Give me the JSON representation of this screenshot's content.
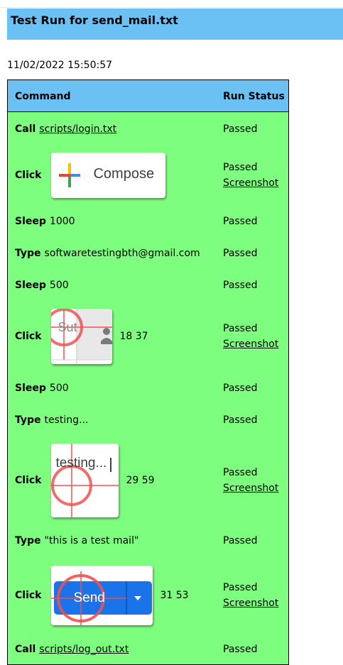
{
  "header": {
    "title": "Test Run for send_mail.txt"
  },
  "run": {
    "timestamp": "11/02/2022 15:50:57"
  },
  "table": {
    "col_command": "Command",
    "col_status": "Run Status"
  },
  "rows": [
    {
      "action": "Call",
      "link": "scripts/login.txt",
      "status": "Passed"
    },
    {
      "action": "Click",
      "thumb_text": "Compose",
      "thumb_icon": "google-plus-compose-icon",
      "status": "Passed",
      "status_link": "Screenshot"
    },
    {
      "action": "Sleep",
      "arg": "1000",
      "status": "Passed"
    },
    {
      "action": "Type",
      "arg": "softwaretestingbth@gmail.com",
      "status": "Passed"
    },
    {
      "action": "Sleep",
      "arg": "500",
      "status": "Passed"
    },
    {
      "action": "Click",
      "thumb_text": "Sut",
      "thumb_icon": "person-icon",
      "coords": "18 37",
      "status": "Passed",
      "status_link": "Screenshot"
    },
    {
      "action": "Sleep",
      "arg": "500",
      "status": "Passed"
    },
    {
      "action": "Type",
      "arg": "testing...",
      "status": "Passed"
    },
    {
      "action": "Click",
      "thumb_text": "testing...",
      "coords": "29 59",
      "status": "Passed",
      "status_link": "Screenshot"
    },
    {
      "action": "Type",
      "arg": "\"this is a test mail\"",
      "status": "Passed"
    },
    {
      "action": "Click",
      "thumb_text": "Send",
      "thumb_icon": "dropdown-arrow-icon",
      "coords": "31 53",
      "status": "Passed",
      "status_link": "Screenshot"
    },
    {
      "action": "Call",
      "link": "scripts/log_out.txt",
      "status": "Passed"
    }
  ],
  "colors": {
    "header_bg": "#6cc1f4",
    "table_bg": "#7efe7e",
    "send_button": "#1a73e8",
    "target_marker": "#f05050"
  }
}
